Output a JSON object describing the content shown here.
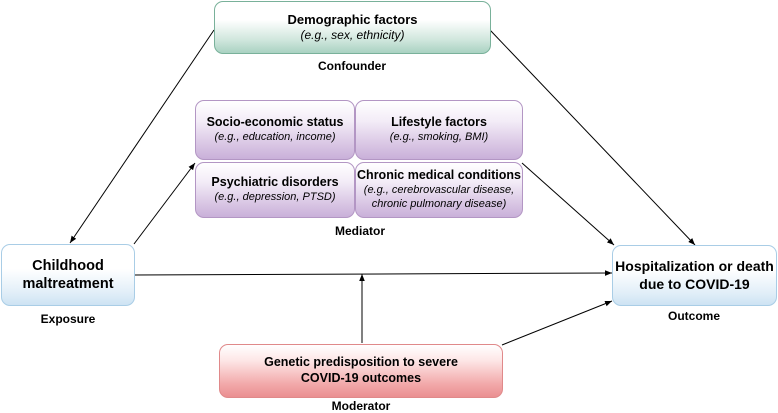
{
  "nodes": {
    "demographic": {
      "title": "Demographic factors",
      "subtitle": "(e.g., sex, ethnicity)"
    },
    "socio": {
      "title": "Socio-economic status",
      "subtitle": "(e.g., education, income)"
    },
    "lifestyle": {
      "title": "Lifestyle factors",
      "subtitle": "(e.g., smoking, BMI)"
    },
    "psychiatric": {
      "title": "Psychiatric disorders",
      "subtitle": "(e.g., depression, PTSD)"
    },
    "chronic": {
      "title": "Chronic medical conditions",
      "subtitle_line1": "(e.g., cerebrovascular disease,",
      "subtitle_line2": "chronic pulmonary disease)"
    },
    "childhood": {
      "title_line1": "Childhood",
      "title_line2": "maltreatment"
    },
    "outcome": {
      "title_line1": "Hospitalization or death",
      "title_line2": "due to COVID-19"
    },
    "genetic": {
      "title_line1": "Genetic predisposition to severe",
      "title_line2": "COVID-19 outcomes"
    }
  },
  "labels": {
    "confounder": "Confounder",
    "mediator": "Mediator",
    "exposure": "Exposure",
    "outcome": "Outcome",
    "moderator": "Moderator"
  },
  "colors": {
    "confounder_border": "#79b19a",
    "mediator_border": "#b396c4",
    "exposure_border": "#a9cde6",
    "moderator_border": "#e0898a",
    "arrow": "#000000"
  }
}
